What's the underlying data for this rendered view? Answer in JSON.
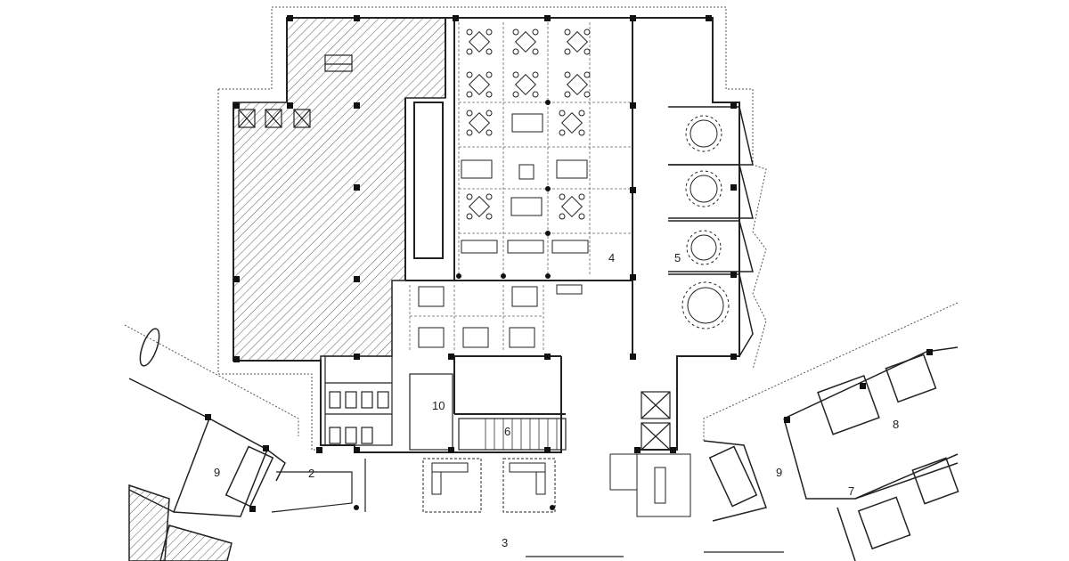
{
  "plan": {
    "room_labels": [
      "2",
      "3",
      "4",
      "5",
      "6",
      "7",
      "8",
      "9",
      "9",
      "10"
    ]
  },
  "colors": {
    "line": "#2a2a2a",
    "hatch": "#555555",
    "column": "#111111",
    "background": "#ffffff"
  }
}
